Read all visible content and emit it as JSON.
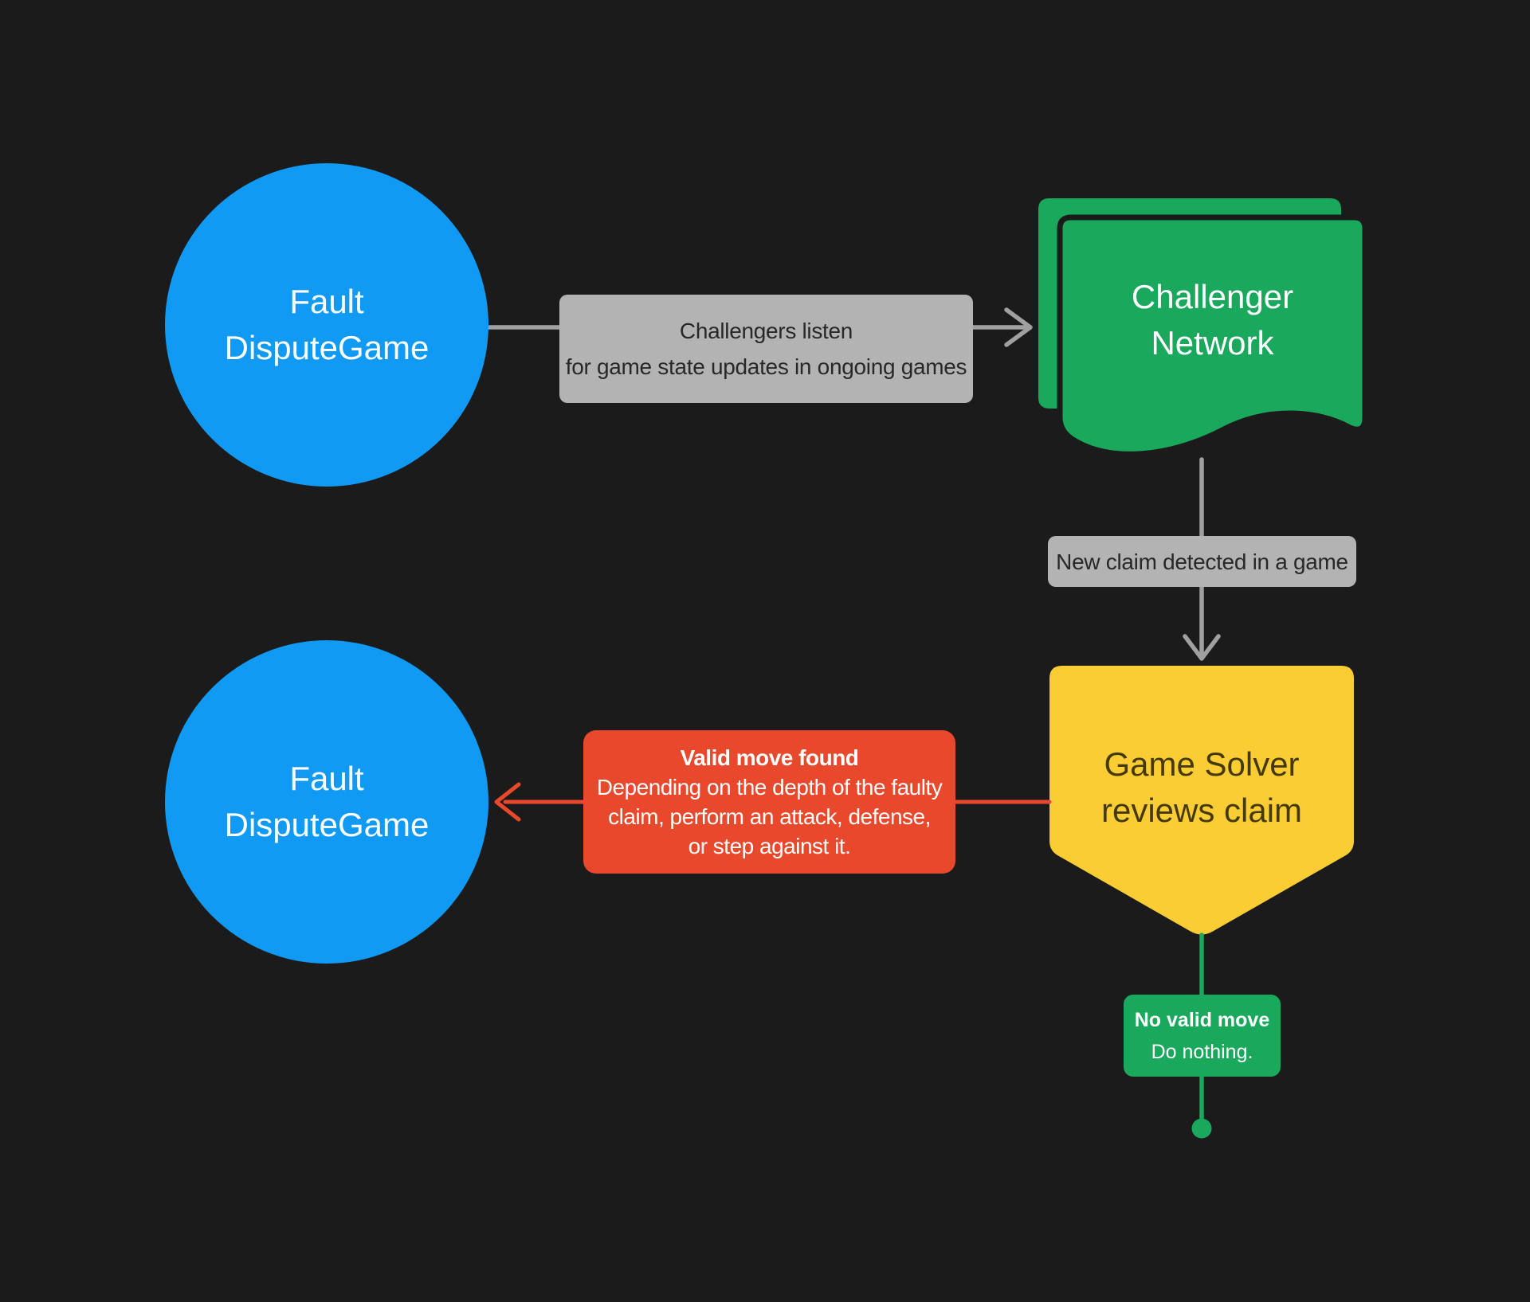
{
  "colors": {
    "background": "#1B1B1B",
    "node_blue": "#119AF3",
    "node_green": "#1AA85C",
    "node_yellow": "#F9CD33",
    "callout_red": "#E8492C",
    "label_gray": "#B3B3B3",
    "arrow_gray": "#A0A0A0",
    "label_text_dark": "#282828",
    "pentagon_text_dark": "#45390A",
    "white_text": "#FFFFFF"
  },
  "nodes": {
    "fault_dispute_game_top": {
      "line1": "Fault",
      "line2": "DisputeGame"
    },
    "challenger_network": {
      "line1": "Challenger",
      "line2": "Network"
    },
    "game_solver": {
      "line1": "Game Solver",
      "line2": "reviews claim"
    },
    "fault_dispute_game_bottom": {
      "line1": "Fault",
      "line2": "DisputeGame"
    }
  },
  "edges": {
    "listen_label": {
      "line1": "Challengers listen",
      "line2": "for game state updates in ongoing games"
    },
    "new_claim_label": "New claim detected in a game",
    "valid_move": {
      "title": "Valid move found",
      "line1": "Depending on the depth of the faulty",
      "line2": "claim, perform an attack, defense,",
      "line3": "or step against it."
    },
    "no_valid_move": {
      "title": "No valid move",
      "body": "Do nothing."
    }
  }
}
